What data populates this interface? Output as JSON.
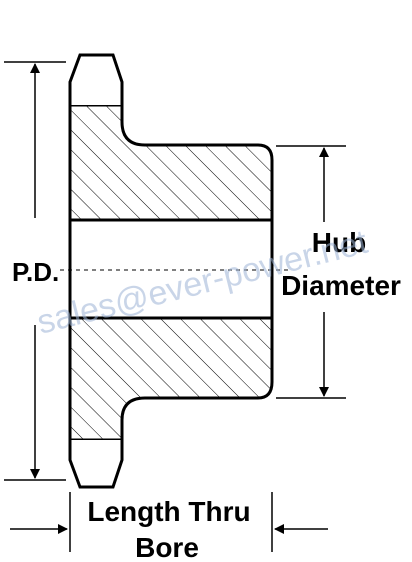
{
  "labels": {
    "pitch_diameter": "P.D.",
    "hub_line1": "Hub",
    "hub_line2": "Diameter",
    "length_line1": "Length Thru",
    "length_line2": "Bore"
  },
  "watermark": "sales@ever-power.net",
  "colors": {
    "stroke": "#000000",
    "hatch": "#000000",
    "watermark": "#9db4d6"
  }
}
